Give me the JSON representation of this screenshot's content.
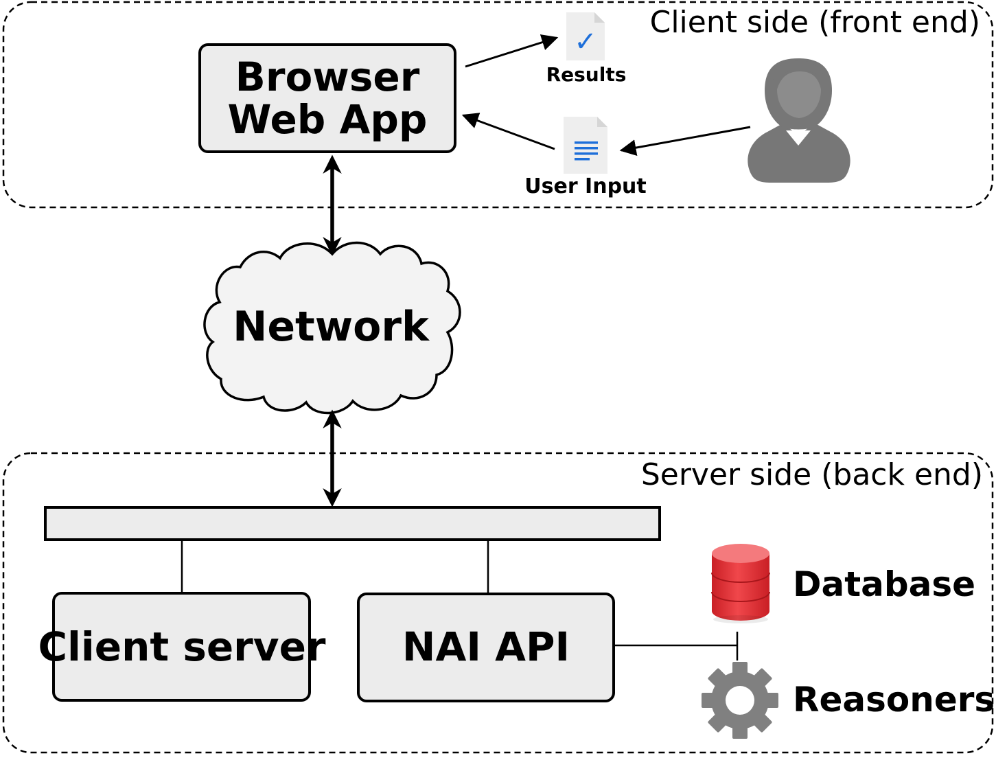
{
  "regions": {
    "client": {
      "label": "Client side (front end)"
    },
    "server": {
      "label": "Server side (back end)"
    }
  },
  "nodes": {
    "browser": {
      "line1": "Browser",
      "line2": "Web App"
    },
    "results": {
      "label": "Results"
    },
    "user_input": {
      "label": "User Input"
    },
    "network": {
      "label": "Network"
    },
    "client_server": {
      "label": "Client server"
    },
    "nai_api": {
      "label": "NAI API"
    },
    "database": {
      "label": "Database"
    },
    "reasoners": {
      "label": "Reasoners"
    }
  },
  "icons": {
    "user": "user-silhouette-icon",
    "results": "document-check-icon",
    "user_input": "document-text-icon",
    "database": "database-icon",
    "reasoners": "gear-icon"
  },
  "colors": {
    "box_fill": "#ececec",
    "stroke": "#000000",
    "user_icon": "#777777",
    "database": "#e8393d",
    "gear": "#808080",
    "doc_accent": "#1e6fd9"
  }
}
